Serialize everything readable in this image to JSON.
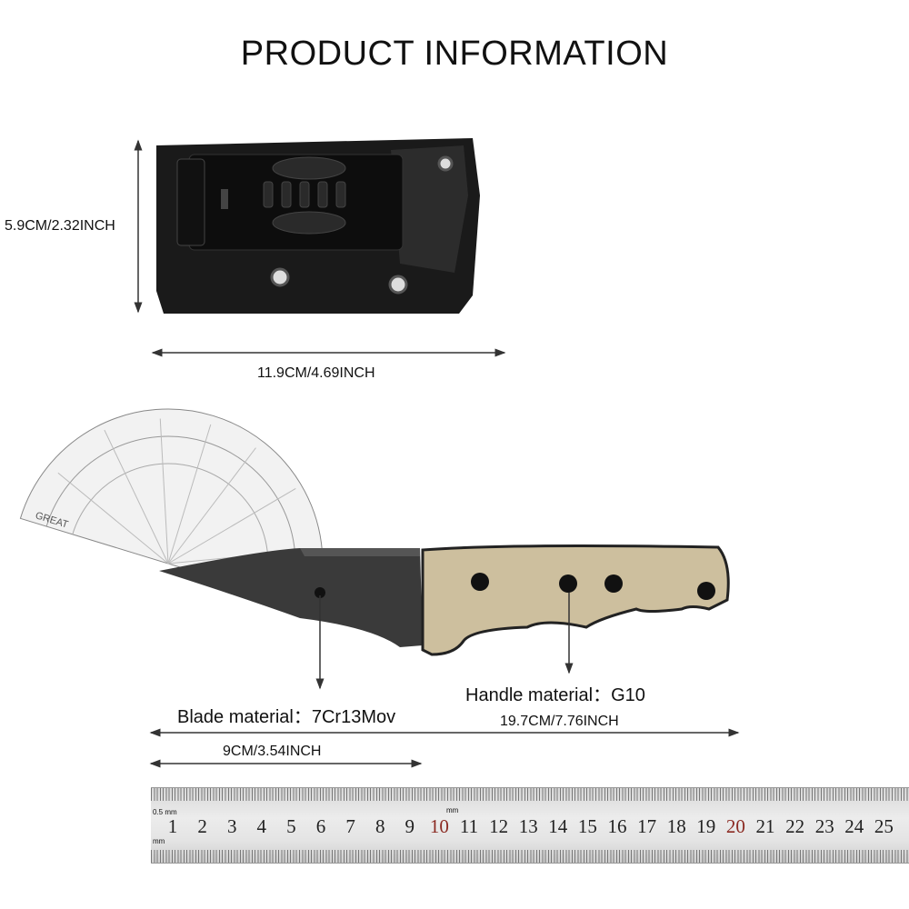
{
  "title": "PRODUCT INFORMATION",
  "sheath": {
    "height_label": "5.9CM/2.32INCH",
    "width_label": "11.9CM/4.69INCH"
  },
  "knife": {
    "blade_material": "Blade material：7Cr13Mov",
    "handle_material": "Handle material：G10",
    "total_length": "19.7CM/7.76INCH",
    "blade_length": "9CM/3.54INCH"
  },
  "ruler": {
    "numbers": [
      "1",
      "2",
      "3",
      "4",
      "5",
      "6",
      "7",
      "8",
      "9",
      "10",
      "11",
      "12",
      "13",
      "14",
      "15",
      "16",
      "17",
      "18",
      "19",
      "20",
      "21",
      "22",
      "23",
      "24",
      "25"
    ],
    "unit_top": "0.5 mm",
    "unit_mid": "mm",
    "unit_bottom": "mm",
    "highlight_color": "#8b2a22"
  },
  "protractor": {
    "brand": "GREAT"
  }
}
